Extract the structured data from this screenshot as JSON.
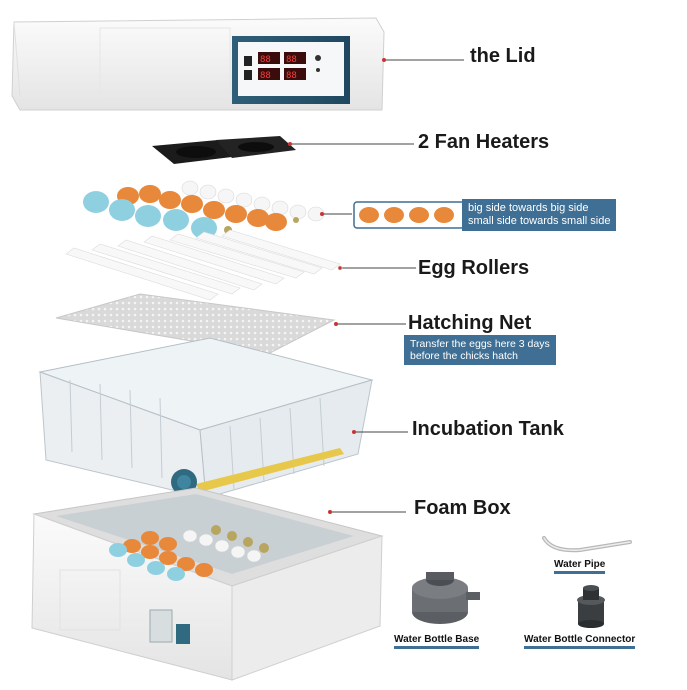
{
  "labels": {
    "lid": "the Lid",
    "fan_heaters": "2 Fan Heaters",
    "egg_rollers": "Egg Rollers",
    "hatching_net": "Hatching Net",
    "incubation_tank": "Incubation Tank",
    "foam_box": "Foam Box"
  },
  "notes": {
    "egg_direction_line1": "big side towards big side",
    "egg_direction_line2": "small side towards small side",
    "hatching_net_note_line1": "Transfer the eggs here 3 days",
    "hatching_net_note_line2": "before the chicks hatch"
  },
  "accessories": {
    "water_pipe": "Water Pipe",
    "water_bottle_base": "Water Bottle Base",
    "water_bottle_connector": "Water Bottle Connector"
  },
  "colors": {
    "accent_blue": "#3f6f94",
    "foam_white": "#f2f2f2",
    "egg_orange": "#e8883a",
    "egg_blue": "#8fd0e0"
  }
}
